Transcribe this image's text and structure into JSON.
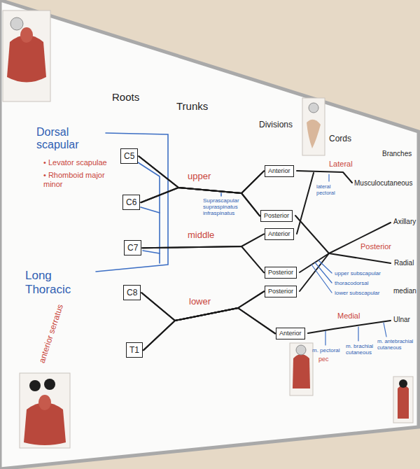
{
  "diagram": {
    "nodes": [
      {
        "text": [
          "C5"
        ]
      },
      {
        "text": [
          "C6"
        ]
      },
      {
        "text": [
          "C7"
        ]
      },
      {
        "text": [
          "C8"
        ]
      },
      {
        "text": [
          "T1"
        ]
      },
      {
        "text": [
          "Anterior"
        ]
      },
      {
        "text": [
          "Posterior"
        ]
      },
      {
        "text": [
          "Anterior"
        ]
      },
      {
        "text": [
          "Posterior"
        ]
      },
      {
        "text": [
          "Posterior"
        ]
      },
      {
        "text": [
          "Anterior"
        ]
      }
    ],
    "edges": [
      {
        "from": 0,
        "to": 5,
        "arrow": "none"
      },
      {
        "from": 0,
        "to": 6,
        "arrow": "none"
      },
      {
        "from": 1,
        "to": 5,
        "arrow": "none"
      },
      {
        "from": 1,
        "to": 6,
        "arrow": "none"
      },
      {
        "from": 2,
        "to": 7,
        "arrow": "none"
      },
      {
        "from": 2,
        "to": 8,
        "arrow": "none"
      },
      {
        "from": 3,
        "to": 9,
        "arrow": "none"
      },
      {
        "from": 3,
        "to": 10,
        "arrow": "none"
      },
      {
        "from": 4,
        "to": 9,
        "arrow": "none"
      },
      {
        "from": 4,
        "to": 10,
        "arrow": "none"
      }
    ],
    "labels": [
      "Roots",
      "Trunks",
      "Divisions",
      "Cords",
      "Branches",
      "Dorsal scapular",
      "• Levator scapulae",
      "• Rhomboid major minor",
      "Long Thoracic",
      "anterior serratus",
      "upper",
      "middle",
      "lower",
      "Suprascapular supraspinatus infraspinatus",
      "Lateral",
      "lateral pectoral",
      "Posterior",
      "upper subscapular",
      "thoracodorsal",
      "lower subscapular",
      "Medial",
      "m. pectoral",
      "pec",
      "m. brachial cutaneous",
      "m. antebrachial cutaneous",
      "Musculocutaneous",
      "Axillary",
      "Radial",
      "median",
      "Ulnar"
    ]
  }
}
